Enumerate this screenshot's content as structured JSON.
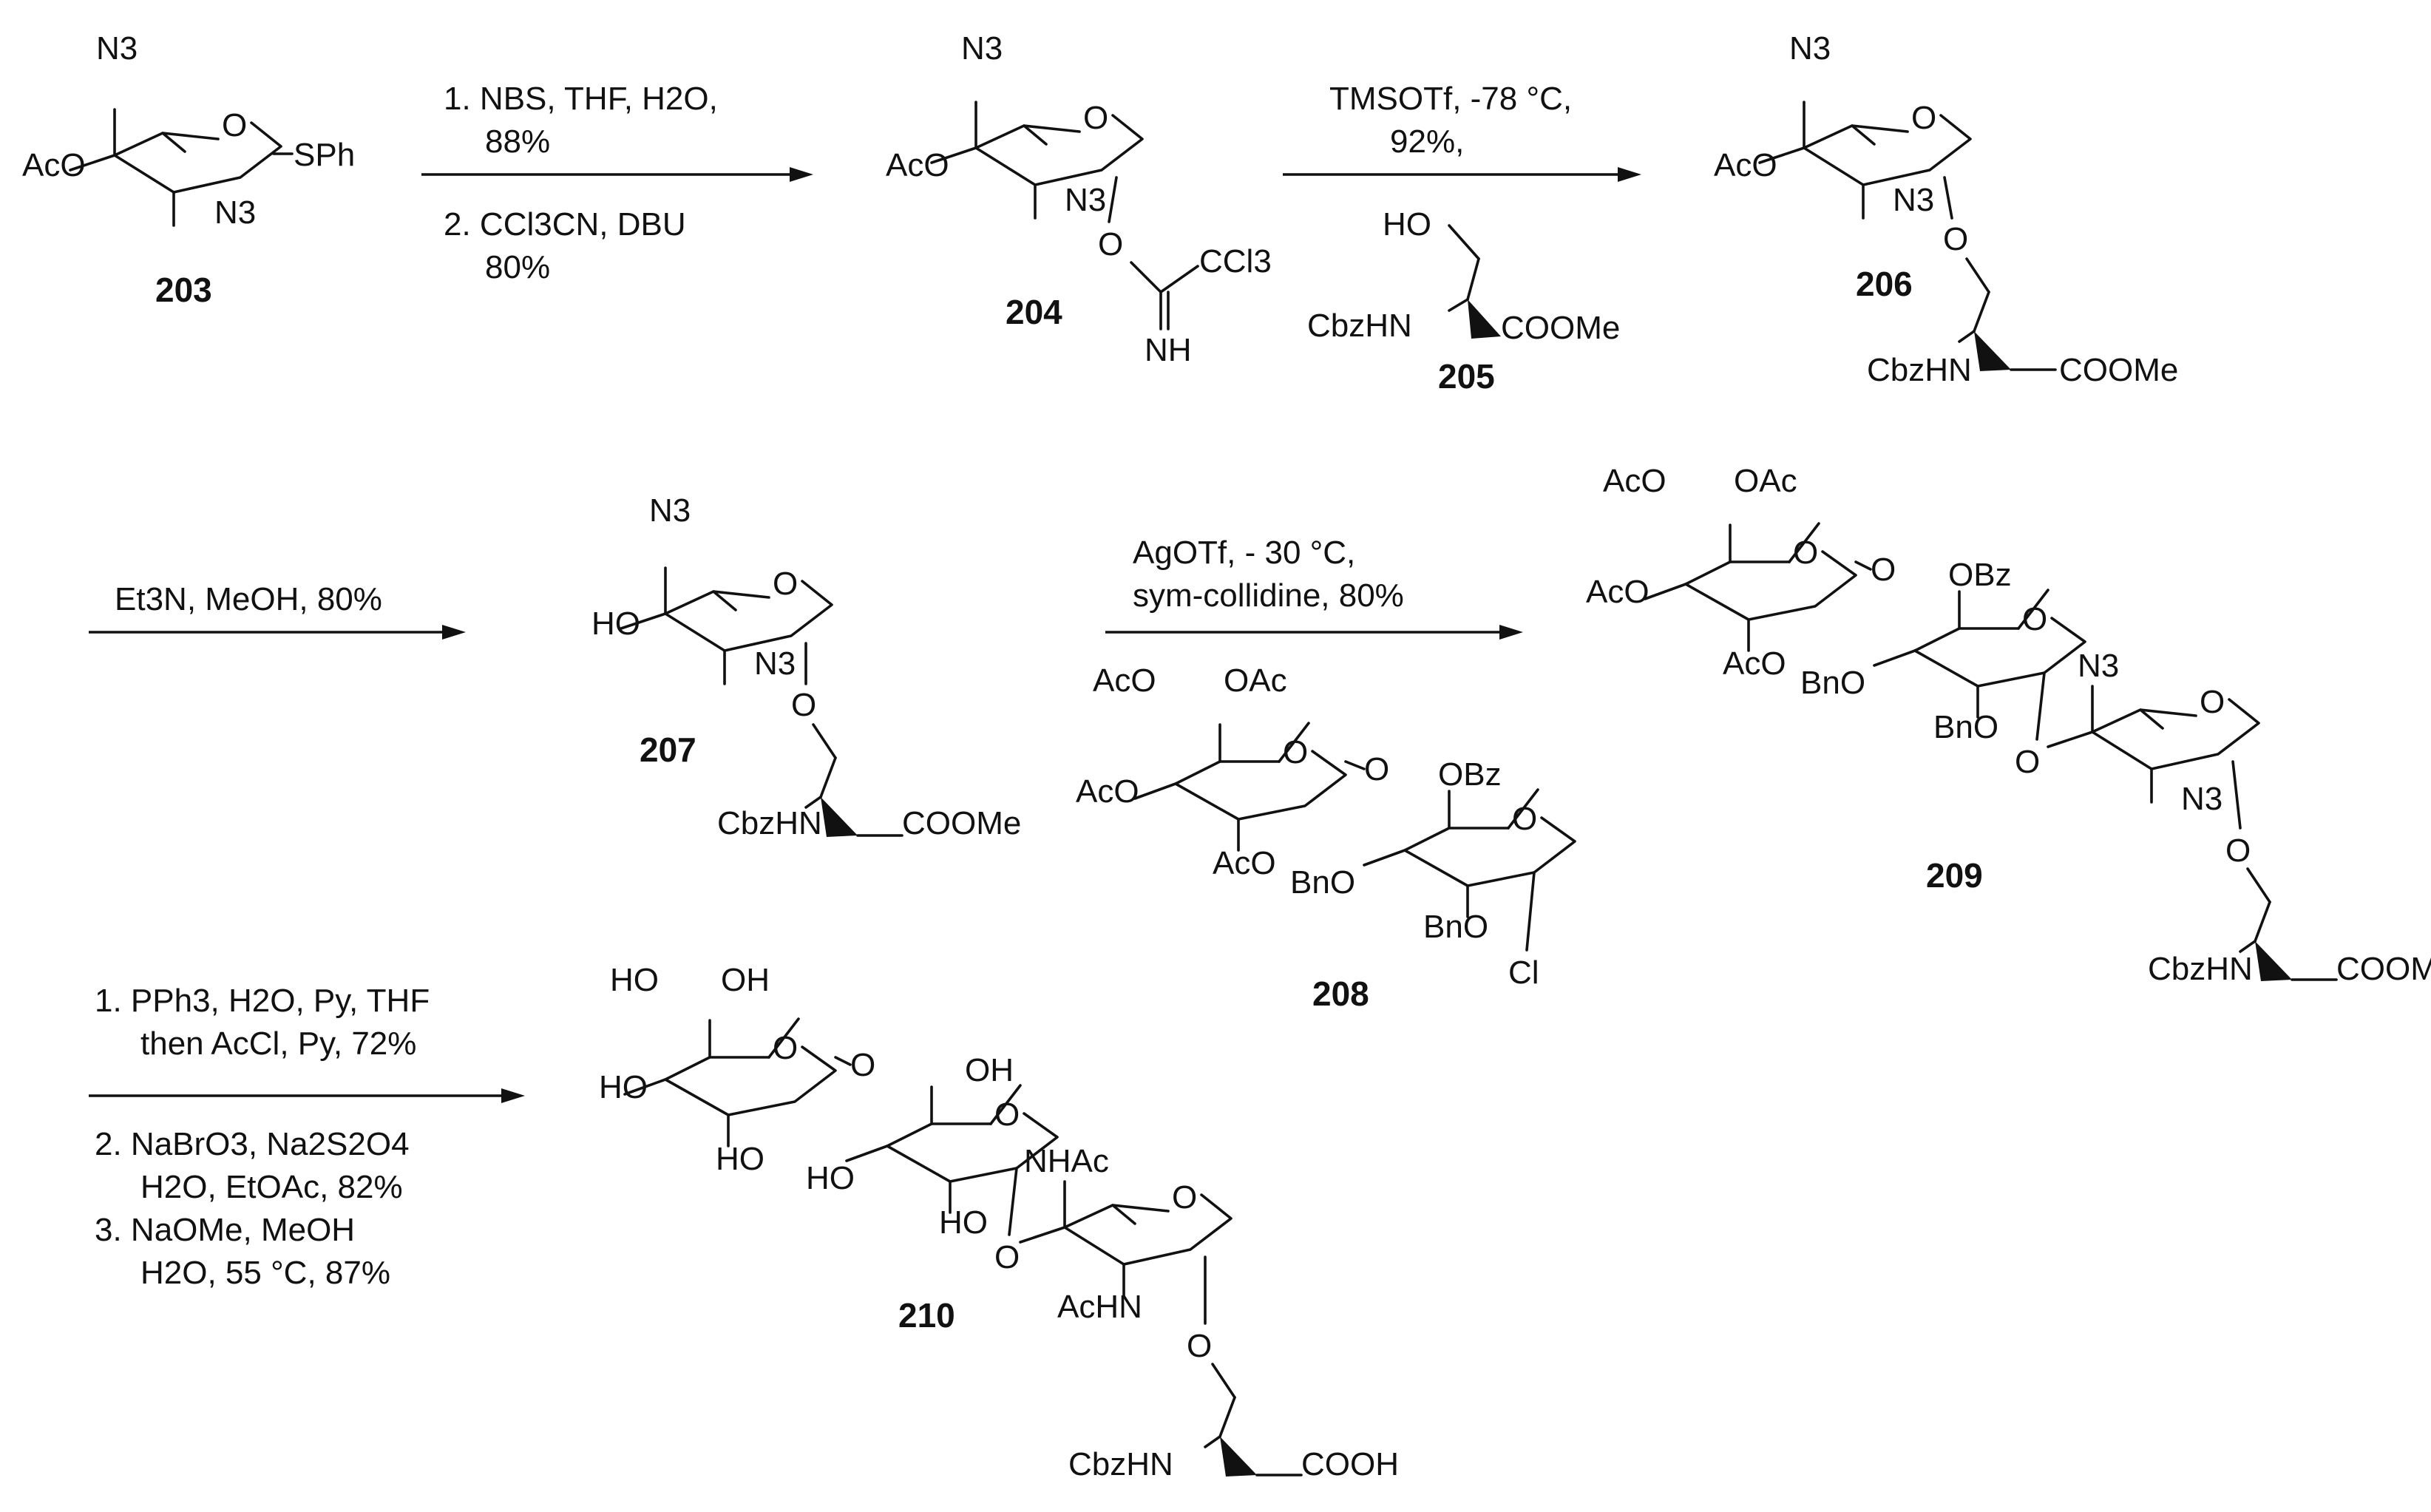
{
  "scheme": {
    "compounds": [
      "203",
      "204",
      "205",
      "206",
      "207",
      "208",
      "209",
      "210"
    ],
    "arrows": [
      {
        "above": [
          "1. NBS, THF, H2O,",
          "88%"
        ],
        "below": [
          "2. CCl3CN, DBU",
          "80%"
        ]
      },
      {
        "above": [
          "TMSOTf, -78 °C,",
          "92%,"
        ],
        "below": []
      },
      {
        "above": [
          "Et3N, MeOH, 80%"
        ],
        "below": []
      },
      {
        "above": [
          "AgOTf, - 30 °C,",
          "sym-collidine, 80%"
        ],
        "below": []
      },
      {
        "above": [
          "1. PPh3, H2O, Py, THF",
          "then AcCl, Py, 72%"
        ],
        "below": [
          "2. NaBrO3, Na2S2O4",
          "H2O, EtOAc, 82%",
          "3. NaOMe, MeOH",
          "H2O, 55 °C, 87%"
        ]
      }
    ],
    "labels": {
      "n3": "N3",
      "aco": "AcO",
      "sph": "SPh",
      "o": "O",
      "ccl3": "CCl3",
      "nh": "NH",
      "ho": "HO",
      "oh": "OH",
      "cbzhn": "CbzHN",
      "coome": "COOMe",
      "cooh": "COOH",
      "oac": "OAc",
      "obz": "OBz",
      "bno": "BnO",
      "cl": "Cl",
      "nhac": "NHAc",
      "achn": "AcHN"
    }
  }
}
